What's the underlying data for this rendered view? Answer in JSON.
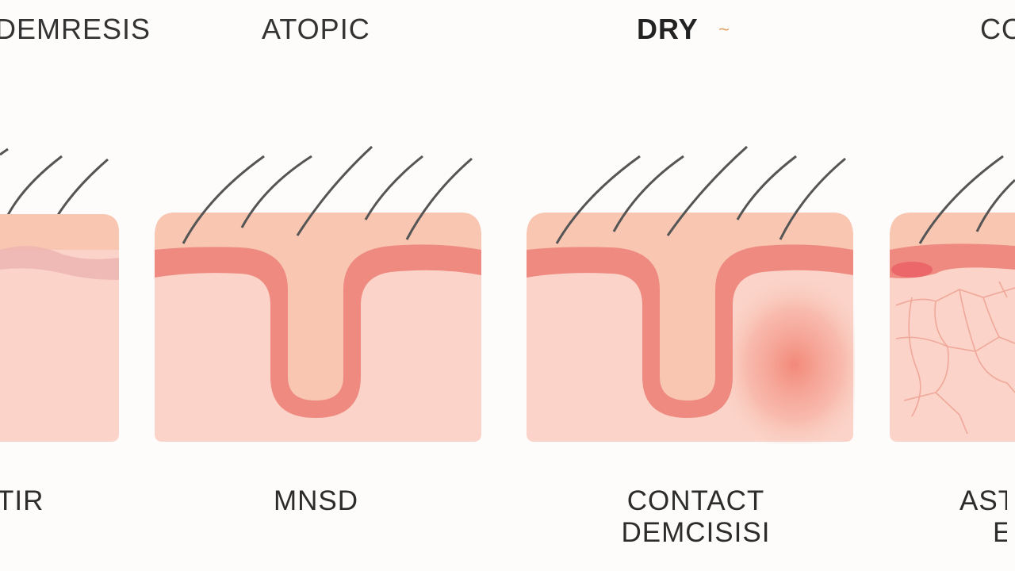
{
  "top_labels": [
    "DEMRESIS",
    "ATOPIC",
    "DRY",
    "CO"
  ],
  "bottom_labels": [
    {
      "line1": "TIR",
      "line2": ""
    },
    {
      "line1": "MNSD",
      "line2": ""
    },
    {
      "line1": "CONTACT",
      "line2": "DEMCISISI"
    },
    {
      "line1": "AST",
      "line2": "EX"
    }
  ],
  "accent_glyph": "~",
  "colors": {
    "skin_base": "#fbd3c8",
    "skin_top": "#f8c6b1",
    "epidermis_band": "#ef8a80",
    "inflammation": "#f07060",
    "hair": "#555555",
    "crack_lines": "#efa89a",
    "accent": "#e0a060"
  }
}
